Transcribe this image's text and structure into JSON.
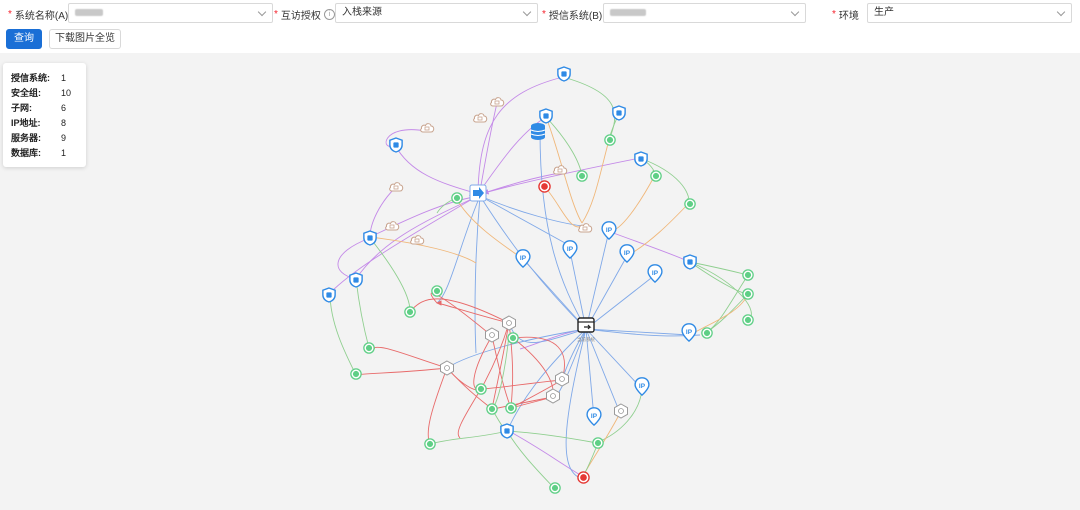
{
  "filters": {
    "system_a": {
      "label": "系统名称(A)",
      "value_blurred": true
    },
    "access": {
      "label": "互访授权",
      "value": "入栈来源"
    },
    "system_b": {
      "label": "授信系统(B)",
      "value_blurred": true
    },
    "env": {
      "label": "环境",
      "value": "生产"
    }
  },
  "buttons": {
    "query": "查询",
    "download": "下载图片全览"
  },
  "stats": [
    {
      "label": "授信系统:",
      "value": "1"
    },
    {
      "label": "安全组:",
      "value": "10"
    },
    {
      "label": "子网:",
      "value": "6"
    },
    {
      "label": "IP地址:",
      "value": "8"
    },
    {
      "label": "服务器:",
      "value": "9"
    },
    {
      "label": "数据库:",
      "value": "1"
    }
  ],
  "center_node": {
    "label": "当前系统"
  },
  "colors": {
    "primary": "#1a6fd6",
    "shield": "#2f8ae5",
    "server": "#5fcf86",
    "alert": "#e53935",
    "edge_blue": "#7fa8e8",
    "edge_red": "#e86a6a",
    "edge_purple": "#c48ae8",
    "edge_green": "#8fcf8f",
    "edge_orange": "#f0b77a"
  }
}
